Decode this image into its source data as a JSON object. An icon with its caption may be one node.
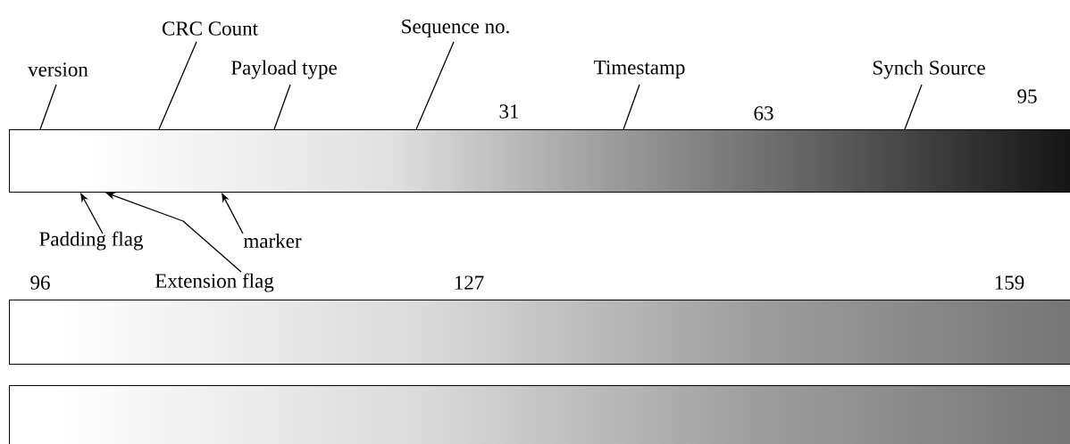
{
  "diagram": {
    "nodes": [
      {
        "text": [
          "version"
        ]
      },
      {
        "text": [
          "CRC Count"
        ]
      },
      {
        "text": [
          "Payload type"
        ]
      },
      {
        "text": [
          "Sequence no."
        ]
      },
      {
        "text": [
          "Timestamp"
        ]
      },
      {
        "text": [
          "Synch Source"
        ]
      },
      {
        "text": [
          "Padding flag"
        ]
      },
      {
        "text": [
          "marker"
        ]
      },
      {
        "text": [
          "Extension flag"
        ]
      },
      {
        "text": [],
        "shape": "bar"
      },
      {
        "text": [],
        "shape": "bar"
      },
      {
        "text": [],
        "shape": "bar"
      }
    ],
    "edges": [
      {
        "from": 0,
        "to": 9,
        "arrow": "none"
      },
      {
        "from": 1,
        "to": 9,
        "arrow": "none"
      },
      {
        "from": 2,
        "to": 9,
        "arrow": "none"
      },
      {
        "from": 3,
        "to": 9,
        "arrow": "none"
      },
      {
        "from": 4,
        "to": 9,
        "arrow": "none"
      },
      {
        "from": 5,
        "to": 9,
        "arrow": "none"
      },
      {
        "from": 6,
        "to": 9,
        "arrow": "to"
      },
      {
        "from": 8,
        "to": 9,
        "arrow": "to"
      },
      {
        "from": 7,
        "to": 9,
        "arrow": "to"
      }
    ],
    "labels": [
      "31",
      "63",
      "95",
      "96",
      "127",
      "159"
    ]
  }
}
